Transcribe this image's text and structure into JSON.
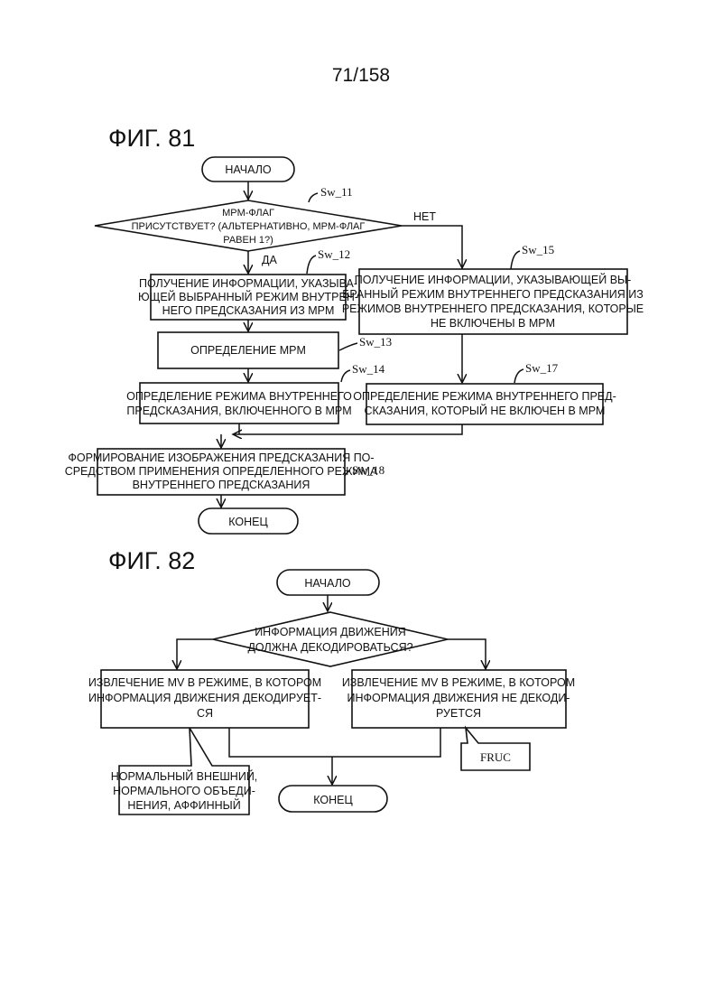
{
  "page_number": "71/158",
  "fig81": {
    "title": "ФИГ. 81",
    "start": "НАЧАЛО",
    "decision": [
      "MPM-ФЛАГ",
      "ПРИСУТСТВУЕТ? (АЛЬТЕРНАТИВНО, MPM-ФЛАГ",
      "РАВЕН 1?)"
    ],
    "yes": "ДА",
    "no": "НЕТ",
    "step_sw12": [
      "ПОЛУЧЕНИЕ ИНФОРМАЦИИ, УКАЗЫВА-",
      "ЮЩЕЙ ВЫБРАННЫЙ РЕЖИМ ВНУТРЕН-",
      "НЕГО ПРЕДСКАЗАНИЯ ИЗ MPM"
    ],
    "step_sw13": "ОПРЕДЕЛЕНИЕ MPM",
    "step_sw14": [
      "ОПРЕДЕЛЕНИЕ РЕЖИМА ВНУТРЕННЕГО",
      "ПРЕДСКАЗАНИЯ, ВКЛЮЧЕННОГО В MPM"
    ],
    "step_sw15": [
      "ПОЛУЧЕНИЕ ИНФОРМАЦИИ, УКАЗЫВАЮЩЕЙ ВЫ-",
      "БРАННЫЙ РЕЖИМ ВНУТРЕННЕГО ПРЕДСКАЗАНИЯ ИЗ",
      "РЕЖИМОВ ВНУТРЕННЕГО ПРЕДСКАЗАНИЯ, КОТОРЫЕ",
      "НЕ ВКЛЮЧЕНЫ В MPM"
    ],
    "step_sw17": [
      "ОПРЕДЕЛЕНИЕ РЕЖИМА ВНУТРЕННЕГО ПРЕД-",
      "СКАЗАНИЯ, КОТОРЫЙ НЕ ВКЛЮЧЕН В MPM"
    ],
    "step_sw18": [
      "ФОРМИРОВАНИЕ ИЗОБРАЖЕНИЯ ПРЕДСКАЗАНИЯ ПО-",
      "СРЕДСТВОМ ПРИМЕНЕНИЯ ОПРЕДЕЛЕННОГО РЕЖИМА",
      "ВНУТРЕННЕГО ПРЕДСКАЗАНИЯ"
    ],
    "end": "КОНЕЦ",
    "labels": {
      "sw11": "Sw_11",
      "sw12": "Sw_12",
      "sw13": "Sw_13",
      "sw14": "Sw_14",
      "sw15": "Sw_15",
      "sw17": "Sw_17",
      "sw18": "Sw_18"
    }
  },
  "fig82": {
    "title": "ФИГ. 82",
    "start": "НАЧАЛО",
    "decision": [
      "ИНФОРМАЦИЯ ДВИЖЕНИЯ",
      "ДОЛЖНА ДЕКОДИРОВАТЬСЯ?"
    ],
    "left_box": [
      "ИЗВЛЕЧЕНИЕ MV В РЕЖИМЕ, В КОТОРОМ",
      "ИНФОРМАЦИЯ ДВИЖЕНИЯ ДЕКОДИРУЕТ-",
      "СЯ"
    ],
    "right_box": [
      "ИЗВЛЕЧЕНИЕ MV В РЕЖИМЕ, В КОТОРОМ",
      "ИНФОРМАЦИЯ ДВИЖЕНИЯ НЕ ДЕКОДИ-",
      "РУЕТСЯ"
    ],
    "left_note": [
      "НОРМАЛЬНЫЙ ВНЕШНИЙ,",
      "НОРМАЛЬНОГО ОБЪЕДИ-",
      "НЕНИЯ, АФФИННЫЙ"
    ],
    "right_note": "FRUC",
    "end": "КОНЕЦ"
  }
}
